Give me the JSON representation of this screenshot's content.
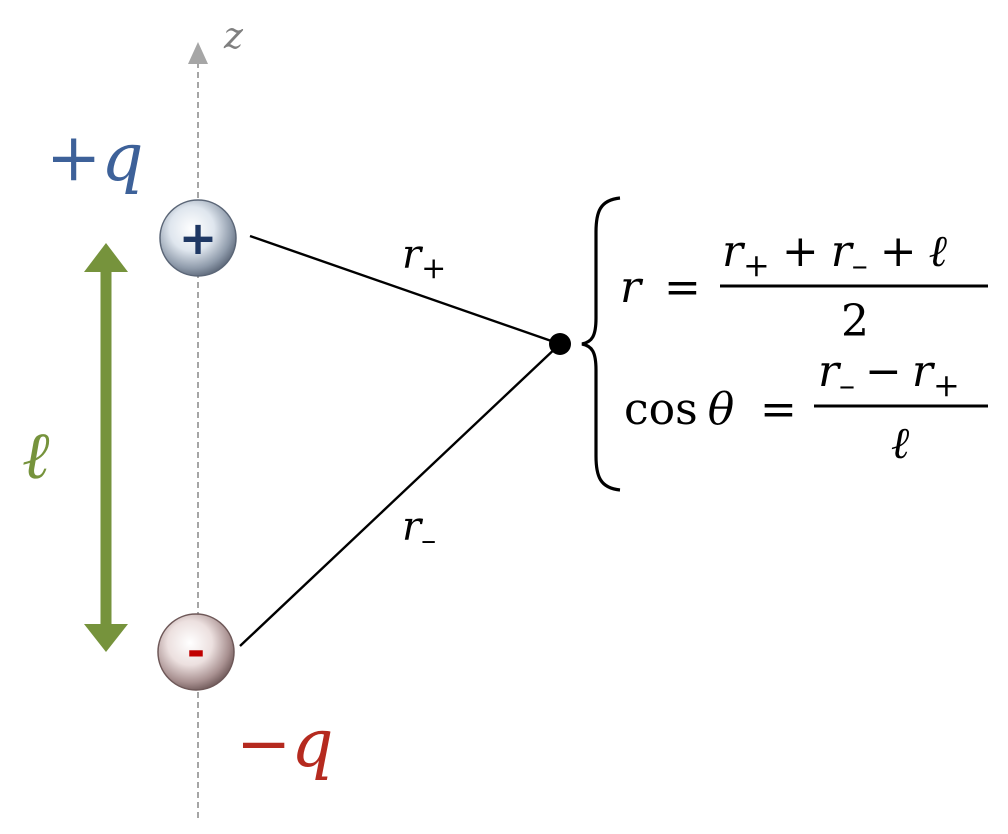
{
  "axis": {
    "label": "z"
  },
  "charges": {
    "positive": {
      "label": "+q",
      "symbol": "+",
      "color": "#3d6199"
    },
    "negative": {
      "label": "−q",
      "symbol": "-",
      "color": "#b52a1f"
    }
  },
  "separation": {
    "label": "ℓ",
    "color": "#76933c"
  },
  "lines": {
    "r_plus": "r",
    "r_plus_sub": "+",
    "r_minus": "r",
    "r_minus_sub": "–"
  },
  "equations": {
    "eq1": {
      "lhs": "r",
      "equals": "=",
      "numerator": {
        "a": "r",
        "a_sub": "+",
        "op1": "+",
        "b": "r",
        "b_sub": "–",
        "op2": "+",
        "c": "ℓ"
      },
      "denominator": "2"
    },
    "eq2": {
      "lhs_func": "cos",
      "lhs_var": "θ",
      "equals": "=",
      "numerator": {
        "a": "r",
        "a_sub": "–",
        "op": "−",
        "b": "r",
        "b_sub": "+"
      },
      "denominator": "ℓ"
    }
  }
}
